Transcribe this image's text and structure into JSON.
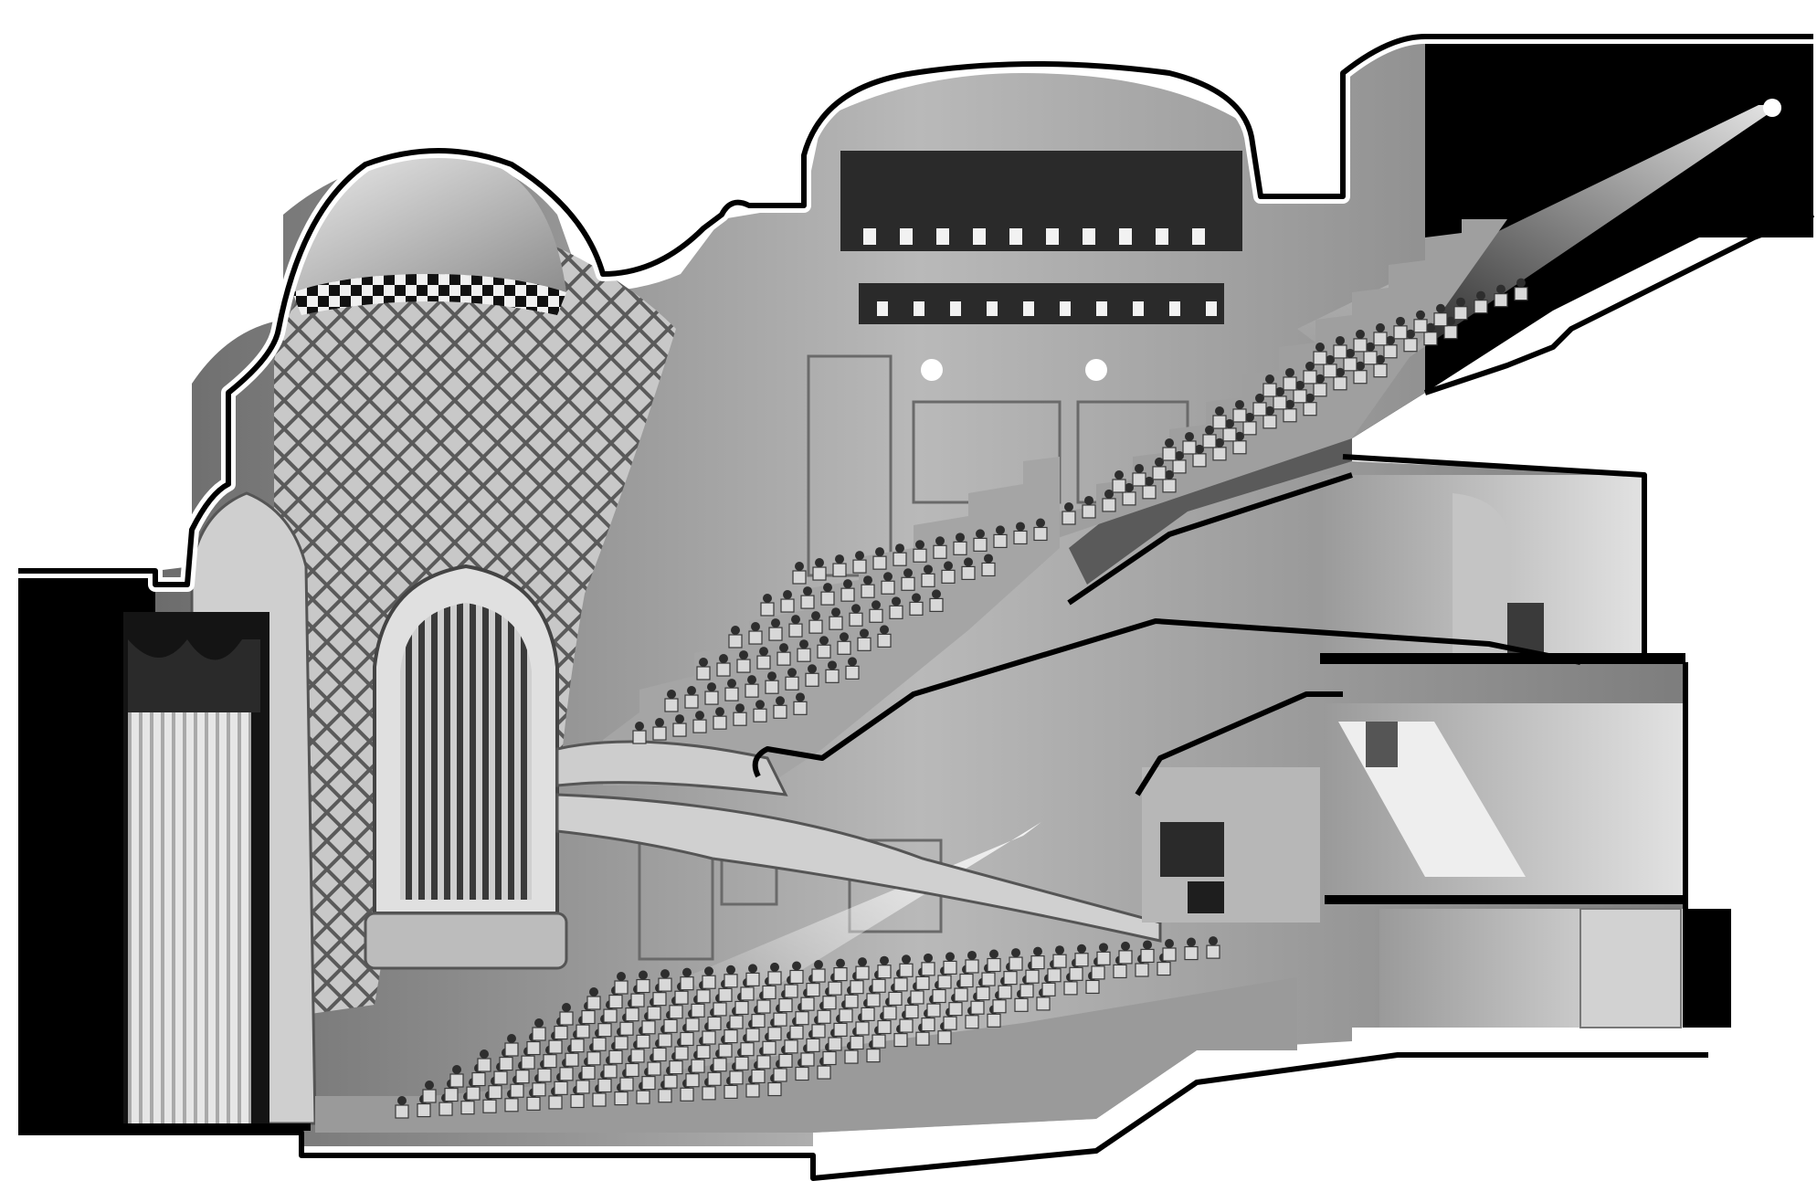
{
  "figure": {
    "subject": "theatre-cross-section",
    "palette": {
      "black": "#000000",
      "white": "#ffffff",
      "shadow": "#1e1e1e",
      "mid": "#8a8a8a",
      "light": "#d6d6d6",
      "glow": "#f4f4f4"
    },
    "levels": [
      "orchestra",
      "mezzanine",
      "balcony"
    ],
    "audience": {
      "orchestra_rows": 9,
      "mezzanine_rows": 6,
      "balcony_rows": 6
    },
    "features": [
      "proscenium-stage",
      "pipe-organ-grille",
      "painted-dome",
      "coffered-ceiling",
      "spotlight-beams",
      "lobby-corridors",
      "projection-booth"
    ]
  }
}
